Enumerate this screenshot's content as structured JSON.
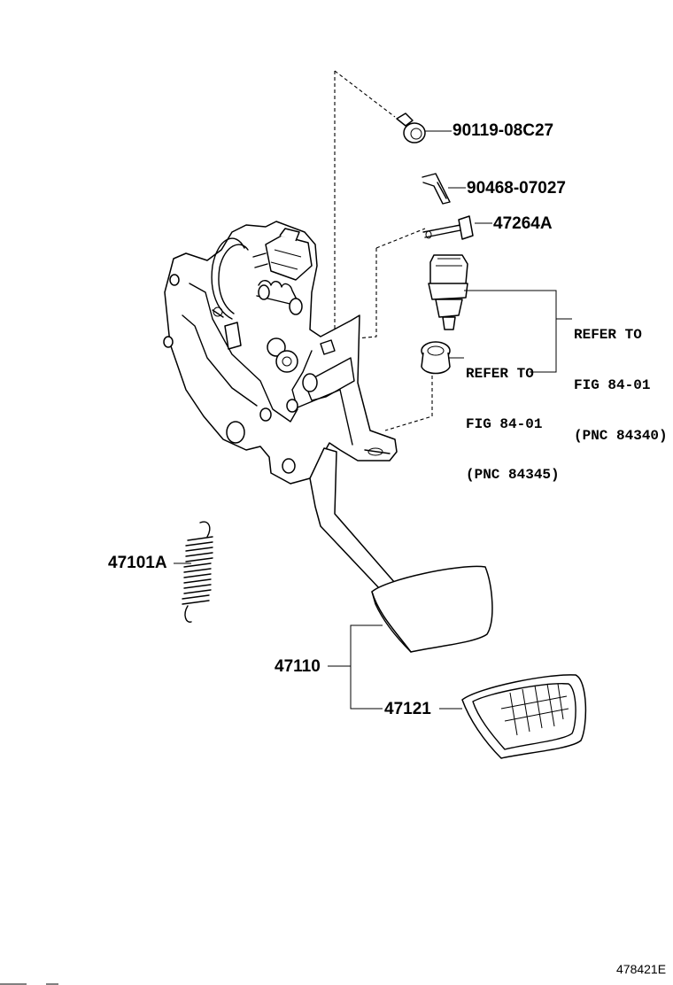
{
  "parts": {
    "bolt": "90119-08C27",
    "clip": "90468-07027",
    "pin": "47264A",
    "spring": "47101A",
    "pedal_assy": "47110",
    "pedal_pad": "47121"
  },
  "refs": {
    "switch": [
      "REFER TO",
      "FIG 84-01",
      "(PNC 84340)"
    ],
    "cushion": [
      "REFER TO",
      "FIG 84-01",
      "(PNC 84345)"
    ]
  },
  "figure_number": "478421E"
}
